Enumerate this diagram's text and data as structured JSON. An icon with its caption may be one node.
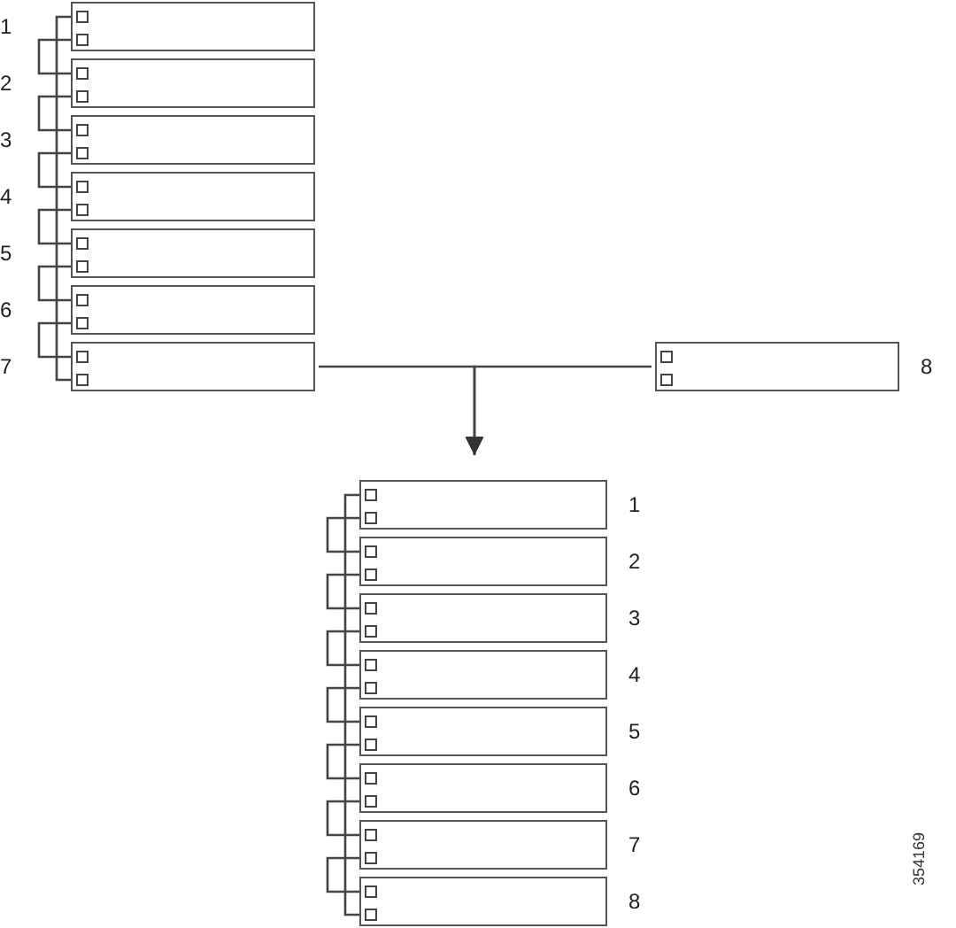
{
  "diagram": {
    "nodes": [
      {
        "text": [],
        "shape": "box",
        "beside": [
          "1"
        ]
      },
      {
        "text": [],
        "shape": "box",
        "in": 0
      },
      {
        "text": [],
        "shape": "box",
        "in": 0
      },
      {
        "text": [],
        "shape": "box",
        "beside": [
          "2"
        ]
      },
      {
        "text": [],
        "shape": "box",
        "in": 3
      },
      {
        "text": [],
        "shape": "box",
        "in": 3
      },
      {
        "text": [],
        "shape": "box",
        "beside": [
          "3"
        ]
      },
      {
        "text": [],
        "shape": "box",
        "in": 6
      },
      {
        "text": [],
        "shape": "box",
        "in": 6
      },
      {
        "text": [],
        "shape": "box",
        "beside": [
          "4"
        ]
      },
      {
        "text": [],
        "shape": "box",
        "in": 9
      },
      {
        "text": [],
        "shape": "box",
        "in": 9
      },
      {
        "text": [],
        "shape": "box",
        "beside": [
          "5"
        ]
      },
      {
        "text": [],
        "shape": "box",
        "in": 12
      },
      {
        "text": [],
        "shape": "box",
        "in": 12
      },
      {
        "text": [],
        "shape": "box",
        "beside": [
          "6"
        ]
      },
      {
        "text": [],
        "shape": "box",
        "in": 15
      },
      {
        "text": [],
        "shape": "box",
        "in": 15
      },
      {
        "text": [],
        "shape": "box",
        "beside": [
          "7"
        ]
      },
      {
        "text": [],
        "shape": "box",
        "in": 18
      },
      {
        "text": [],
        "shape": "box",
        "in": 18
      },
      {
        "text": [],
        "shape": "box",
        "beside": [
          "8"
        ]
      },
      {
        "text": [],
        "shape": "box",
        "in": 21
      },
      {
        "text": [],
        "shape": "box",
        "in": 21
      },
      {
        "text": [],
        "shape": "box",
        "beside": [
          "1"
        ]
      },
      {
        "text": [],
        "shape": "box",
        "in": 24
      },
      {
        "text": [],
        "shape": "box",
        "in": 24
      },
      {
        "text": [],
        "shape": "box",
        "beside": [
          "2"
        ]
      },
      {
        "text": [],
        "shape": "box",
        "in": 27
      },
      {
        "text": [],
        "shape": "box",
        "in": 27
      },
      {
        "text": [],
        "shape": "box",
        "beside": [
          "3"
        ]
      },
      {
        "text": [],
        "shape": "box",
        "in": 30
      },
      {
        "text": [],
        "shape": "box",
        "in": 30
      },
      {
        "text": [],
        "shape": "box",
        "beside": [
          "4"
        ]
      },
      {
        "text": [],
        "shape": "box",
        "in": 33
      },
      {
        "text": [],
        "shape": "box",
        "in": 33
      },
      {
        "text": [],
        "shape": "box",
        "beside": [
          "5"
        ]
      },
      {
        "text": [],
        "shape": "box",
        "in": 36
      },
      {
        "text": [],
        "shape": "box",
        "in": 36
      },
      {
        "text": [],
        "shape": "box",
        "beside": [
          "6"
        ]
      },
      {
        "text": [],
        "shape": "box",
        "in": 39
      },
      {
        "text": [],
        "shape": "box",
        "in": 39
      },
      {
        "text": [],
        "shape": "box",
        "beside": [
          "7"
        ]
      },
      {
        "text": [],
        "shape": "box",
        "in": 42
      },
      {
        "text": [],
        "shape": "box",
        "in": 42
      },
      {
        "text": [],
        "shape": "box",
        "beside": [
          "8"
        ]
      },
      {
        "text": [],
        "shape": "box",
        "in": 45
      },
      {
        "text": [],
        "shape": "box",
        "in": 45
      }
    ],
    "edges": [
      {
        "from": 1,
        "to": 20,
        "arrow": "none"
      },
      {
        "from": 2,
        "to": 4,
        "arrow": "none"
      },
      {
        "from": 5,
        "to": 7,
        "arrow": "none"
      },
      {
        "from": 8,
        "to": 10,
        "arrow": "none"
      },
      {
        "from": 11,
        "to": 13,
        "arrow": "none"
      },
      {
        "from": 14,
        "to": 16,
        "arrow": "none"
      },
      {
        "from": 17,
        "to": 19,
        "arrow": "none"
      },
      {
        "from": 18,
        "to": 24,
        "arrow": "to"
      },
      {
        "from": 21,
        "to": 24,
        "arrow": "to"
      },
      {
        "from": 25,
        "to": 47,
        "arrow": "none"
      },
      {
        "from": 26,
        "to": 28,
        "arrow": "none"
      },
      {
        "from": 29,
        "to": 31,
        "arrow": "none"
      },
      {
        "from": 32,
        "to": 34,
        "arrow": "none"
      },
      {
        "from": 35,
        "to": 37,
        "arrow": "none"
      },
      {
        "from": 38,
        "to": 40,
        "arrow": "none"
      },
      {
        "from": 41,
        "to": 43,
        "arrow": "none"
      },
      {
        "from": 44,
        "to": 46,
        "arrow": "none"
      }
    ],
    "labels": [
      "354169"
    ]
  }
}
